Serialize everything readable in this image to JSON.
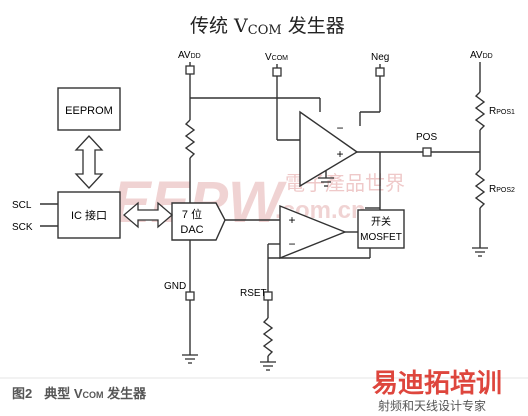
{
  "title": {
    "main": "传统 V",
    "sub": "COM",
    "tail": " 发生器"
  },
  "labels": {
    "avdd_top": "AV",
    "avdd_top_sub": "DD",
    "vcom": "V",
    "vcom_sub": "COM",
    "neg": "Neg",
    "avdd_right": "AV",
    "avdd_right_sub": "DD",
    "rpos1": "R",
    "rpos1_sub": "POS1",
    "rpos2": "R",
    "rpos2_sub": "POS2",
    "pos": "POS",
    "gnd": "GND",
    "rset": "RSET",
    "scl": "SCL",
    "sck": "SCK",
    "opamp_minus": "−",
    "opamp_plus": "+"
  },
  "blocks": {
    "eeprom": "EEPROM",
    "ic": "IC 接口",
    "dac_line1": "7 位",
    "dac_line2": "DAC",
    "mosfet_line1": "开关",
    "mosfet_line2": "MOSFET"
  },
  "watermark": {
    "eepw": "EEPW",
    "cn": "電子產品世界",
    "com": ".com.cn",
    "logo_cn": "易迪拓培训",
    "logo_sub": "射频和天线设计专家"
  },
  "caption": {
    "fig": "图2",
    "text": "典型 V",
    "sub": "COM",
    "tail": " 发生器"
  },
  "colors": {
    "line": "#333333",
    "watermark": "#d98a8a",
    "logo_red": "#d9261c"
  }
}
